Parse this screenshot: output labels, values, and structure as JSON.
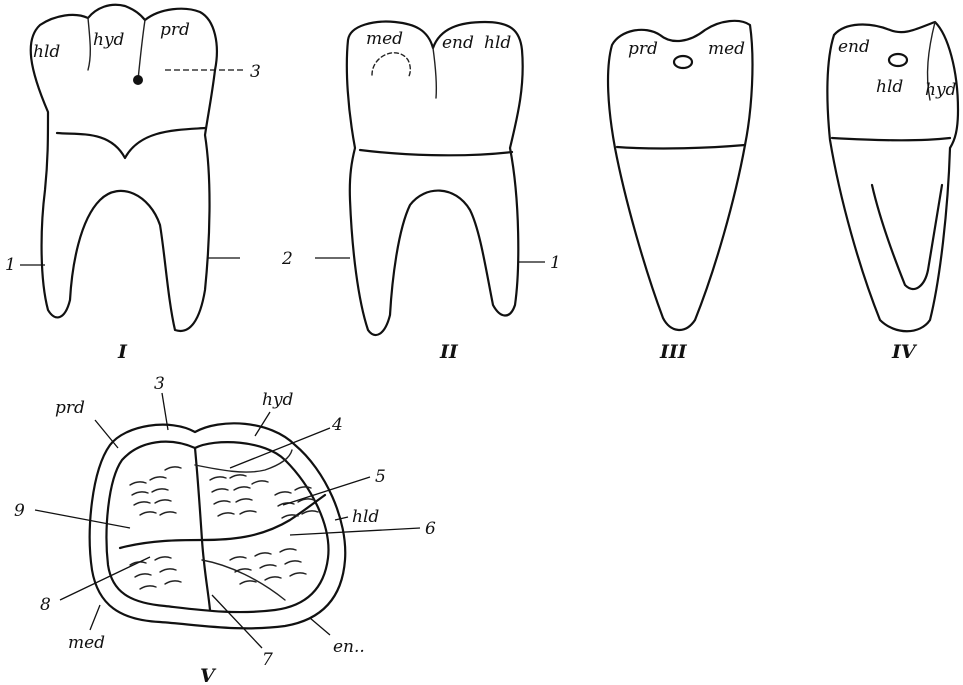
{
  "figures": {
    "fig1": {
      "roman": "I",
      "cusps": [
        "hld",
        "hyd",
        "prd"
      ],
      "numbers": [
        "3",
        "1"
      ]
    },
    "fig2": {
      "roman": "II",
      "cusps": [
        "med",
        "end",
        "hld"
      ],
      "numbers": [
        "2",
        "1"
      ]
    },
    "fig3": {
      "roman": "III",
      "cusps": [
        "prd",
        "med"
      ]
    },
    "fig4": {
      "roman": "IV",
      "cusps": [
        "end",
        "hld",
        "hyd"
      ]
    },
    "fig5": {
      "roman": "V",
      "cusps": [
        "prd",
        "hyd",
        "hld",
        "med",
        "en.."
      ],
      "numbers": [
        "3",
        "4",
        "5",
        "6",
        "9",
        "8",
        "7"
      ]
    }
  }
}
